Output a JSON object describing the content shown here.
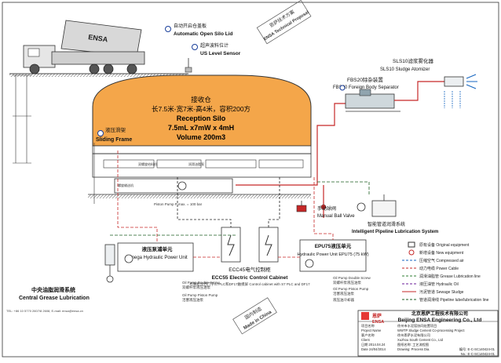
{
  "truck": {
    "brand": "ENSA"
  },
  "labels": {
    "silo_lid_cn": "自动开启仓盖板",
    "silo_lid_en": "Automatic Open Silo Lid",
    "level_cn": "超声波料位计",
    "level_en": "US Level Sensor",
    "sliding_frame_cn": "液压滑架",
    "sliding_frame_en": "Sliding Frame",
    "fbs_cn": "FBS20除杂装置",
    "fbs_en": "FBS20 Foreign Body Separator",
    "sls_cn": "SLS10滤浆雾化器",
    "sls_en": "SLS10 Sludge Atomizer",
    "ball_valve_cn": "手动球阀",
    "ball_valve_en": "Manual Ball Valve",
    "lube_cn": "智能管道润滑系统",
    "lube_en": "Intelligent Pipeline Lubrication System",
    "hps_cn": "液压泵浦单元",
    "hps_en": "Omega Hydraulic Power Unit",
    "epu_cn": "EPU75液压单元",
    "epu_en": "Hydraulic Power Unit EPU75 (75 kW)",
    "ecc_cn": "ECC45电气控制柜",
    "ecc_en": "ECC55 Electric Control Cabinet",
    "ecc_note": "控制柜含西门子S7PLC和DF17触摸屏 Control cabinet with S7 PLC and DF17",
    "central_cn": "中央油脂润滑系统",
    "central_en": "Central Grease Lubrication",
    "pump_desc": "Piston Pump P max. = 100 bar",
    "oil_double": "Oil Pump Double Screw",
    "oil_double_cn": "双螺杆泵液压油泵",
    "oil_piston": "Oil Pump Piston Pump",
    "oil_piston_cn": "活塞液压油泵",
    "small_cn": "液压油冷却器",
    "made_cn": "国内制造",
    "made_en": "Made in China",
    "tech_cn": "恩萨技术方案",
    "tech_en": "ENSA Technical Proposal",
    "pump_cn": "螺旋输送机",
    "screw_cn": "双螺旋给料机",
    "grease_cn": "润滑油脂泵",
    "contact": "TEL: +86 10 5770 2607/8 2608, E-mail: ensa@ensa.cn"
  },
  "silo": {
    "title_cn": "接收仓",
    "dims_cn": "长7.5米-宽7米-高4米，容积200方",
    "title_en": "Reception Silo",
    "dims_en": "7.5mL x7mW x 4mH",
    "volume": "Volume 200m3"
  },
  "legend": [
    {
      "symbol": "box",
      "cn": "原有设备",
      "en": "Original equipment"
    },
    {
      "symbol": "circle",
      "cn": "新增设备",
      "en": "New equipment"
    },
    {
      "symbol": "compressed-air",
      "cn": "压缩空气",
      "en": "Compressed air"
    },
    {
      "symbol": "power",
      "cn": "动力电缆",
      "en": "Power Cable"
    },
    {
      "symbol": "grease",
      "cn": "润滑油脂管",
      "en": "Grease Lubrication line"
    },
    {
      "symbol": "oil",
      "cn": "液压油管",
      "en": "Hydraulic Oil"
    },
    {
      "symbol": "sludge",
      "cn": "污泥管道",
      "en": "Sewage Sludge"
    },
    {
      "symbol": "pipeline-lube",
      "cn": "管道润滑线",
      "en": "Pipeline lube/lubrication line"
    }
  ],
  "title_block": {
    "company_cn": "北京恩萨工程技术有限公司",
    "company_en": "Beijing ENSA Engineering Co., Ltd",
    "logo_cn": "恩萨",
    "logo_en": "ENSA",
    "rows": [
      {
        "label": "项目名称",
        "value": "徐州市水泥窑协同处置项目"
      },
      {
        "label": "Project Name",
        "value": "WWTP Sludge Cement Co-processing Project"
      },
      {
        "label": "客户名称",
        "value": "徐州恩萨水泥有限公司"
      },
      {
        "label": "Client",
        "value": "Xuzhou South Cement Co., Ltd"
      },
      {
        "label": "日期 2014.04.24",
        "value": "图纸名称: 工艺流程图"
      },
      {
        "label": "Date 24/04/2014",
        "value": "Drawing: Process Dia."
      }
    ],
    "nos": [
      "编号: E-C-SC140424-01",
      "No.: E-C-SC140424-01"
    ]
  }
}
